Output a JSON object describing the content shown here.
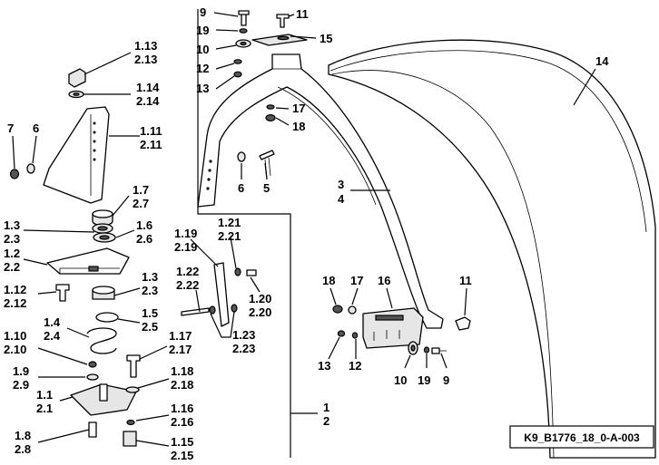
{
  "diagram": {
    "reference_code": "K9_B1776_18_0-A-003",
    "callouts": [
      {
        "id": "c9a",
        "lines": [
          "9"
        ]
      },
      {
        "id": "c11a",
        "lines": [
          "11"
        ]
      },
      {
        "id": "c19a",
        "lines": [
          "19"
        ]
      },
      {
        "id": "c15",
        "lines": [
          "15"
        ]
      },
      {
        "id": "c10a",
        "lines": [
          "10"
        ]
      },
      {
        "id": "c12a",
        "lines": [
          "12"
        ]
      },
      {
        "id": "c13a",
        "lines": [
          "13"
        ]
      },
      {
        "id": "c17a",
        "lines": [
          "17"
        ]
      },
      {
        "id": "c18a",
        "lines": [
          "18"
        ]
      },
      {
        "id": "c6b",
        "lines": [
          "6"
        ]
      },
      {
        "id": "c5",
        "lines": [
          "5"
        ]
      },
      {
        "id": "c14",
        "lines": [
          "14"
        ]
      },
      {
        "id": "c3_4",
        "lines": [
          "3",
          "4"
        ]
      },
      {
        "id": "c1_13",
        "lines": [
          "1.13",
          "2.13"
        ]
      },
      {
        "id": "c1_14",
        "lines": [
          "1.14",
          "2.14"
        ]
      },
      {
        "id": "c7",
        "lines": [
          "7"
        ]
      },
      {
        "id": "c6a",
        "lines": [
          "6"
        ]
      },
      {
        "id": "c1_11",
        "lines": [
          "1.11",
          "2.11"
        ]
      },
      {
        "id": "c1_7",
        "lines": [
          "1.7",
          "2.7"
        ]
      },
      {
        "id": "c1_3a",
        "lines": [
          "1.3",
          "2.3"
        ]
      },
      {
        "id": "c1_6",
        "lines": [
          "1.6",
          "2.6"
        ]
      },
      {
        "id": "c1_2",
        "lines": [
          "1.2",
          "2.2"
        ]
      },
      {
        "id": "c1_3b",
        "lines": [
          "1.3",
          "2.3"
        ]
      },
      {
        "id": "c1_12",
        "lines": [
          "1.12",
          "2.12"
        ]
      },
      {
        "id": "c1_5",
        "lines": [
          "1.5",
          "2.5"
        ]
      },
      {
        "id": "c1_4",
        "lines": [
          "1.4",
          "2.4"
        ]
      },
      {
        "id": "c1_10",
        "lines": [
          "1.10",
          "2.10"
        ]
      },
      {
        "id": "c1_9",
        "lines": [
          "1.9",
          "2.9"
        ]
      },
      {
        "id": "c1_1",
        "lines": [
          "1.1",
          "2.1"
        ]
      },
      {
        "id": "c1_8",
        "lines": [
          "1.8",
          "2.8"
        ]
      },
      {
        "id": "c1_19",
        "lines": [
          "1.19",
          "2.19"
        ]
      },
      {
        "id": "c1_21",
        "lines": [
          "1.21",
          "2.21"
        ]
      },
      {
        "id": "c1_22",
        "lines": [
          "1.22",
          "2.22"
        ]
      },
      {
        "id": "c1_20",
        "lines": [
          "1.20",
          "2.20"
        ]
      },
      {
        "id": "c1_23",
        "lines": [
          "1.23",
          "2.23"
        ]
      },
      {
        "id": "c1_17",
        "lines": [
          "1.17",
          "2.17"
        ]
      },
      {
        "id": "c1_18",
        "lines": [
          "1.18",
          "2.18"
        ]
      },
      {
        "id": "c1_16",
        "lines": [
          "1.16",
          "2.16"
        ]
      },
      {
        "id": "c1_15",
        "lines": [
          "1.15",
          "2.15"
        ]
      },
      {
        "id": "c1_2_main",
        "lines": [
          "1",
          "2"
        ]
      },
      {
        "id": "c18b",
        "lines": [
          "18"
        ]
      },
      {
        "id": "c17b",
        "lines": [
          "17"
        ]
      },
      {
        "id": "c16",
        "lines": [
          "16"
        ]
      },
      {
        "id": "c11b",
        "lines": [
          "11"
        ]
      },
      {
        "id": "c13b",
        "lines": [
          "13"
        ]
      },
      {
        "id": "c12b",
        "lines": [
          "12"
        ]
      },
      {
        "id": "c10b",
        "lines": [
          "10"
        ]
      },
      {
        "id": "c19b",
        "lines": [
          "19"
        ]
      },
      {
        "id": "c9b",
        "lines": [
          "9"
        ]
      }
    ]
  }
}
